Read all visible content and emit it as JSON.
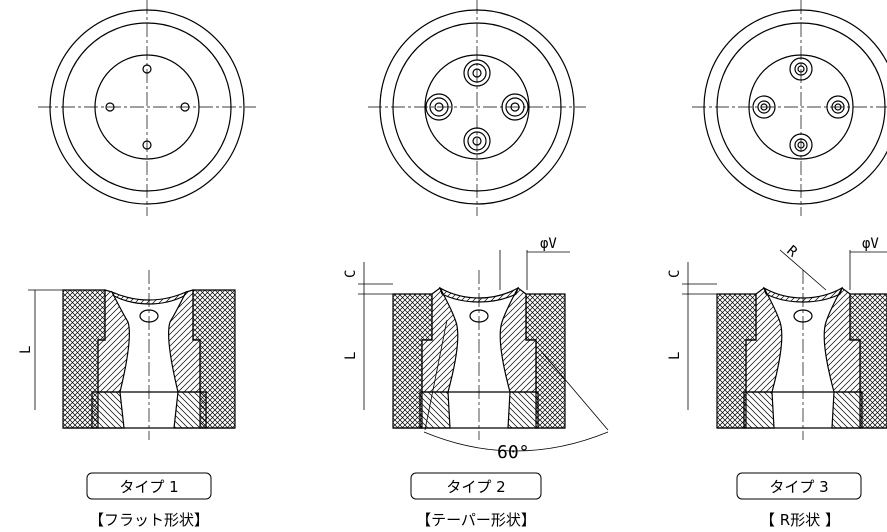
{
  "types": [
    {
      "badge": "タイプ 1",
      "caption": "【フラット形状】"
    },
    {
      "badge": "タイプ 2",
      "caption": "【テーパー形状】"
    },
    {
      "badge": "タイプ 3",
      "caption": "【 R形状 】"
    }
  ],
  "dims": {
    "c": "C",
    "l": "L",
    "v": "φV",
    "r": "R",
    "angle": "60°"
  }
}
